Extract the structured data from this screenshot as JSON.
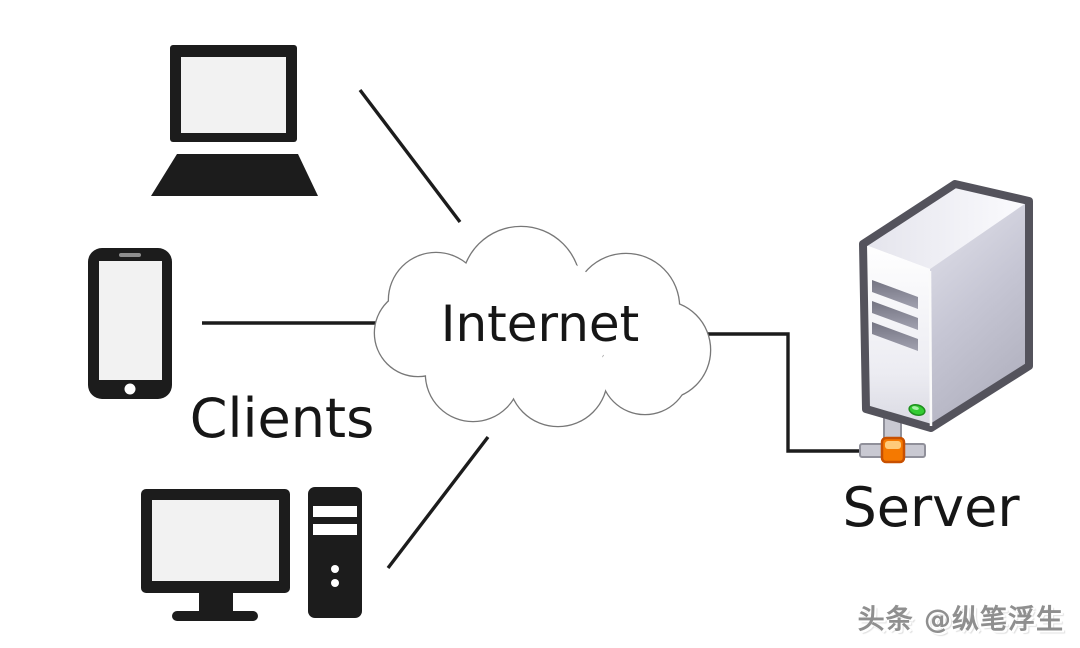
{
  "diagram": {
    "type": "network-topology",
    "internet_label": "Internet",
    "clients_label": "Clients",
    "server_label": "Server",
    "nodes": [
      {
        "id": "laptop",
        "role": "client",
        "icon": "laptop-icon"
      },
      {
        "id": "smartphone",
        "role": "client",
        "icon": "smartphone-icon"
      },
      {
        "id": "desktop-computer",
        "role": "client",
        "icon": "desktop-computer-icon"
      },
      {
        "id": "internet-cloud",
        "role": "network",
        "label": "Internet",
        "icon": "cloud-icon"
      },
      {
        "id": "server",
        "role": "server",
        "label": "Server",
        "icon": "server-tower-icon"
      }
    ],
    "edges": [
      {
        "from": "laptop",
        "to": "internet-cloud"
      },
      {
        "from": "smartphone",
        "to": "internet-cloud"
      },
      {
        "from": "desktop-computer",
        "to": "internet-cloud"
      },
      {
        "from": "internet-cloud",
        "to": "server"
      }
    ]
  },
  "watermark": {
    "text": "头条 @纵笔浮生"
  },
  "colors": {
    "icon_black": "#1c1c1c",
    "screen_fill": "#f2f2f2",
    "cloud_stroke": "#777777",
    "server_outline": "#54535c",
    "connector_orange": "#f57900",
    "led_green": "#33cc33",
    "watermark_gray": "#8f8f8f"
  }
}
